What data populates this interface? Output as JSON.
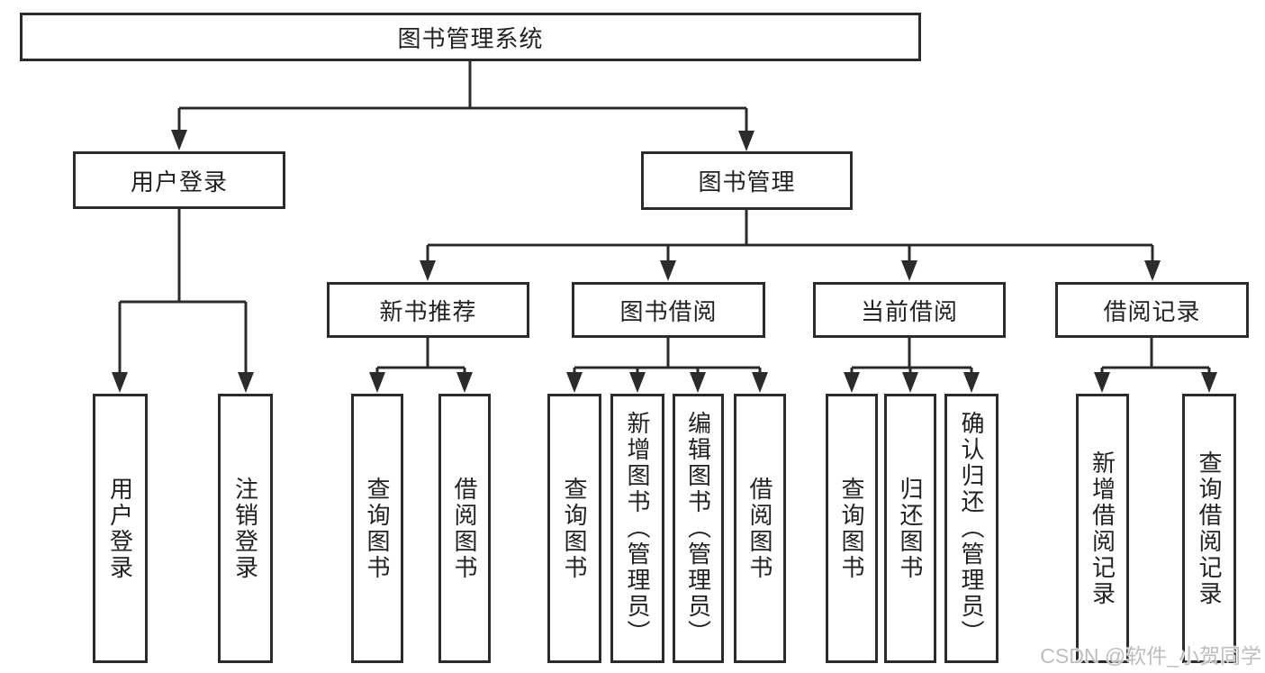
{
  "tree": {
    "root": {
      "label": "图书管理系统",
      "children": [
        {
          "label": "用户登录",
          "children": [
            {
              "label": "用户登录"
            },
            {
              "label": "注销登录"
            }
          ]
        },
        {
          "label": "图书管理",
          "children": [
            {
              "label": "新书推荐",
              "children": [
                {
                  "label": "查询图书"
                },
                {
                  "label": "借阅图书"
                }
              ]
            },
            {
              "label": "图书借阅",
              "children": [
                {
                  "label": "查询图书"
                },
                {
                  "label": "新增图书（管理员）"
                },
                {
                  "label": "编辑图书（管理员）"
                },
                {
                  "label": "借阅图书"
                }
              ]
            },
            {
              "label": "当前借阅",
              "children": [
                {
                  "label": "查询图书"
                },
                {
                  "label": "归还图书"
                },
                {
                  "label": "确认归还（管理员）"
                }
              ]
            },
            {
              "label": "借阅记录",
              "children": [
                {
                  "label": "新增借阅记录"
                },
                {
                  "label": "查询借阅记录"
                }
              ]
            }
          ]
        }
      ]
    }
  },
  "watermark": {
    "text": "CSDN @软件_小贺同学"
  },
  "colors": {
    "line": "#2b2b2b",
    "text": "#222222",
    "background": "#ffffff",
    "watermark": "#bababa"
  }
}
